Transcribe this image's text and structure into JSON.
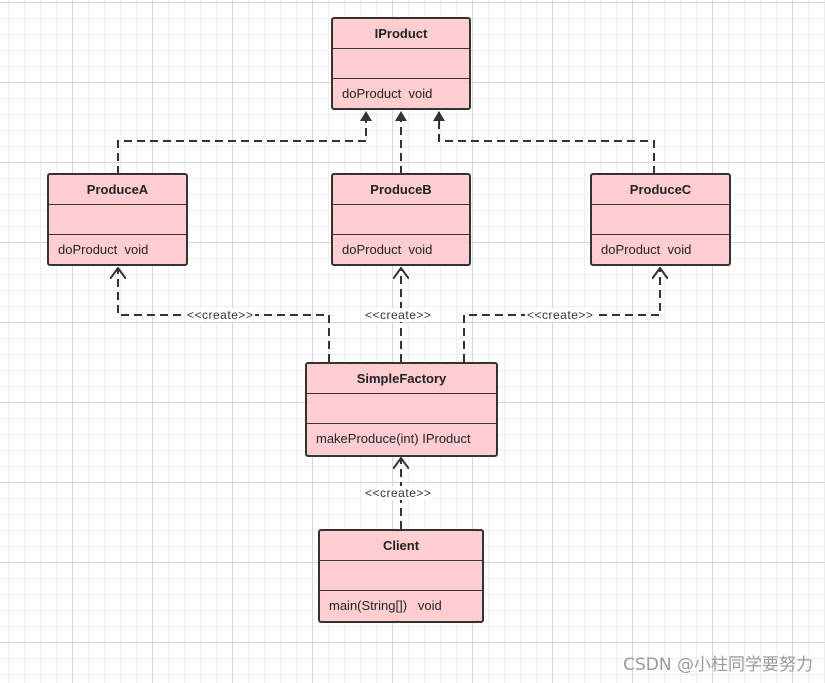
{
  "diagram": {
    "classes": {
      "iproduct": {
        "name": "IProduct",
        "operation": "doProduct  void"
      },
      "producea": {
        "name": "ProduceA",
        "operation": "doProduct  void"
      },
      "produceb": {
        "name": "ProduceB",
        "operation": "doProduct  void"
      },
      "producec": {
        "name": "ProduceC",
        "operation": "doProduct  void"
      },
      "simplefactory": {
        "name": "SimpleFactory",
        "operation": "makeProduce(int) IProduct"
      },
      "client": {
        "name": "Client",
        "operation": "main(String[])   void"
      }
    },
    "stereotypes": {
      "factory_to_a": "<<create>>",
      "factory_to_b": "<<create>>",
      "factory_to_c": "<<create>>",
      "client_to_factory": "<<create>>"
    },
    "relations": [
      {
        "from": "ProduceA",
        "to": "IProduct",
        "kind": "realization"
      },
      {
        "from": "ProduceB",
        "to": "IProduct",
        "kind": "realization"
      },
      {
        "from": "ProduceC",
        "to": "IProduct",
        "kind": "realization"
      },
      {
        "from": "SimpleFactory",
        "to": "ProduceA",
        "kind": "dependency",
        "label": "<<create>>"
      },
      {
        "from": "SimpleFactory",
        "to": "ProduceB",
        "kind": "dependency",
        "label": "<<create>>"
      },
      {
        "from": "SimpleFactory",
        "to": "ProduceC",
        "kind": "dependency",
        "label": "<<create>>"
      },
      {
        "from": "Client",
        "to": "SimpleFactory",
        "kind": "dependency",
        "label": "<<create>>"
      }
    ],
    "line_color": "#333333",
    "class_fill": "#ffcdd2"
  },
  "watermark": "CSDN @小柱同学要努力"
}
